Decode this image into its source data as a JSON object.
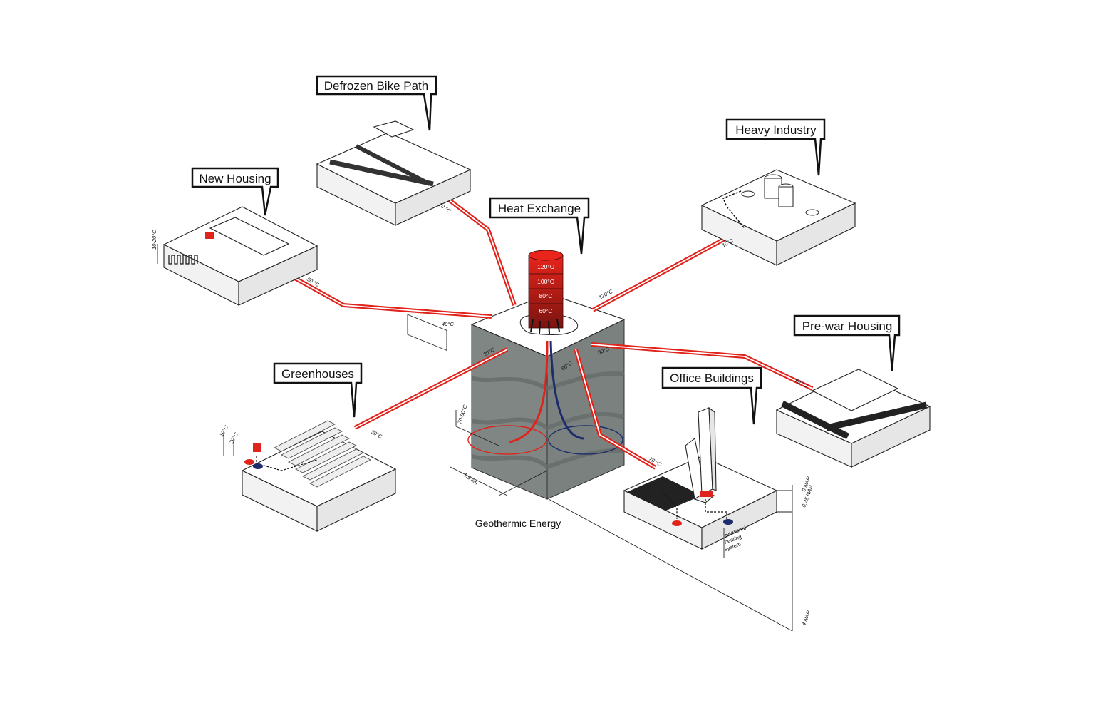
{
  "callouts": {
    "defrozen_bike_path": "Defrozen Bike Path",
    "new_housing": "New Housing",
    "heat_exchange": "Heat Exchange",
    "heavy_industry": "Heavy Industry",
    "pre_war_housing": "Pre-war Housing",
    "office_buildings": "Office Buildings",
    "greenhouses": "Greenhouses"
  },
  "caption": "Geothermic Energy",
  "tower_temps": [
    "120°C",
    "100°C",
    "80°C",
    "60°C"
  ],
  "pipe_temps": {
    "bike_path": "10 °C",
    "new_housing_50": "50 °C",
    "new_housing_40": "40°C",
    "heavy_industry_10": "10°C",
    "heavy_industry_120": "120°C",
    "pre_war_90": "90 °C",
    "block_80": "80°C",
    "block_60": "60°C",
    "office_70": "70 °C",
    "greenhouse_20": "20°C",
    "greenhouse_30": "30°C"
  },
  "labels": {
    "new_housing_range": "10-20°C",
    "greenhouse_10": "10°C",
    "greenhouse_20": "20°C",
    "ground_temp": "70-80°C",
    "depth": "1.5 km",
    "nap_0": "0 NAP",
    "nap_025": "0.25 NAP",
    "nap_4": "4 NAP",
    "seasonal_1": "Seasonal",
    "seasonal_2": "heating",
    "seasonal_3": "system"
  },
  "colors": {
    "pipe_red": "#e0231b",
    "cold_blue": "#1d2d6b",
    "ground_gray": "#7f8684",
    "tower_red": "#d0201a"
  }
}
